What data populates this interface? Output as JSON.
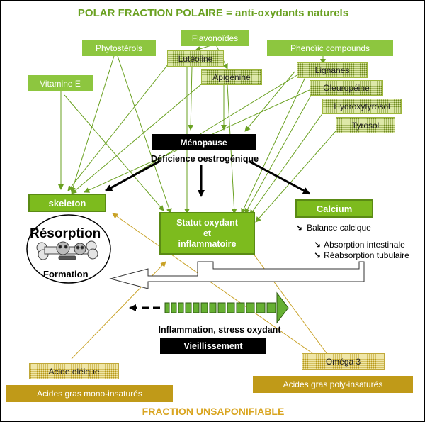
{
  "title_top": "POLAR FRACTION POLAIRE = anti-oxydants naturels",
  "title_bottom": "FRACTION UNSAPONIFIABLE",
  "sources": {
    "flavonoides": "Flavonoïdes",
    "phytosterols": "Phytostérols",
    "phenolic": "Phenoïic compounds",
    "vitamine_e": "Vitamine E",
    "luteoline": "Lutéoline",
    "apigenine": "Apigénine",
    "lignanes": "Lignanes",
    "oleuropeine": "Oleuropéine",
    "hydroxytyrosol": "Hydroxytyrosol",
    "tyrosol": "Tyrosol"
  },
  "center": {
    "menopause": "Ménopause",
    "deficience": "Déficience oestrogénique",
    "statut_line1": "Statut oxydant",
    "statut_line2": "et",
    "statut_line3": "inflammatoire",
    "inflammation": "Inflammation, stress oxydant",
    "vieillissement": "Vieillissement"
  },
  "skeleton": {
    "label": "skeleton",
    "resorption": "Résorption",
    "formation": "Formation"
  },
  "calcium": {
    "label": "Calcium",
    "balance": "Balance calcique",
    "absorption": "Absorption intestinale",
    "reabsorption": "Réabsorption tubulaire"
  },
  "fatty_acids": {
    "acide_oleique": "Acide oléique",
    "mono": "Acides gras mono-insaturés",
    "omega3": "Oméga 3",
    "poly": "Acides gras poly-insaturés"
  },
  "colors": {
    "green_arrow": "#6aa121",
    "gold_arrow": "#c9a227",
    "box_green": "#8dc63f",
    "box_gold": "#c09a18",
    "title_green": "#6aa121",
    "title_gold": "#d9a520",
    "bar_green": "#66b032"
  }
}
